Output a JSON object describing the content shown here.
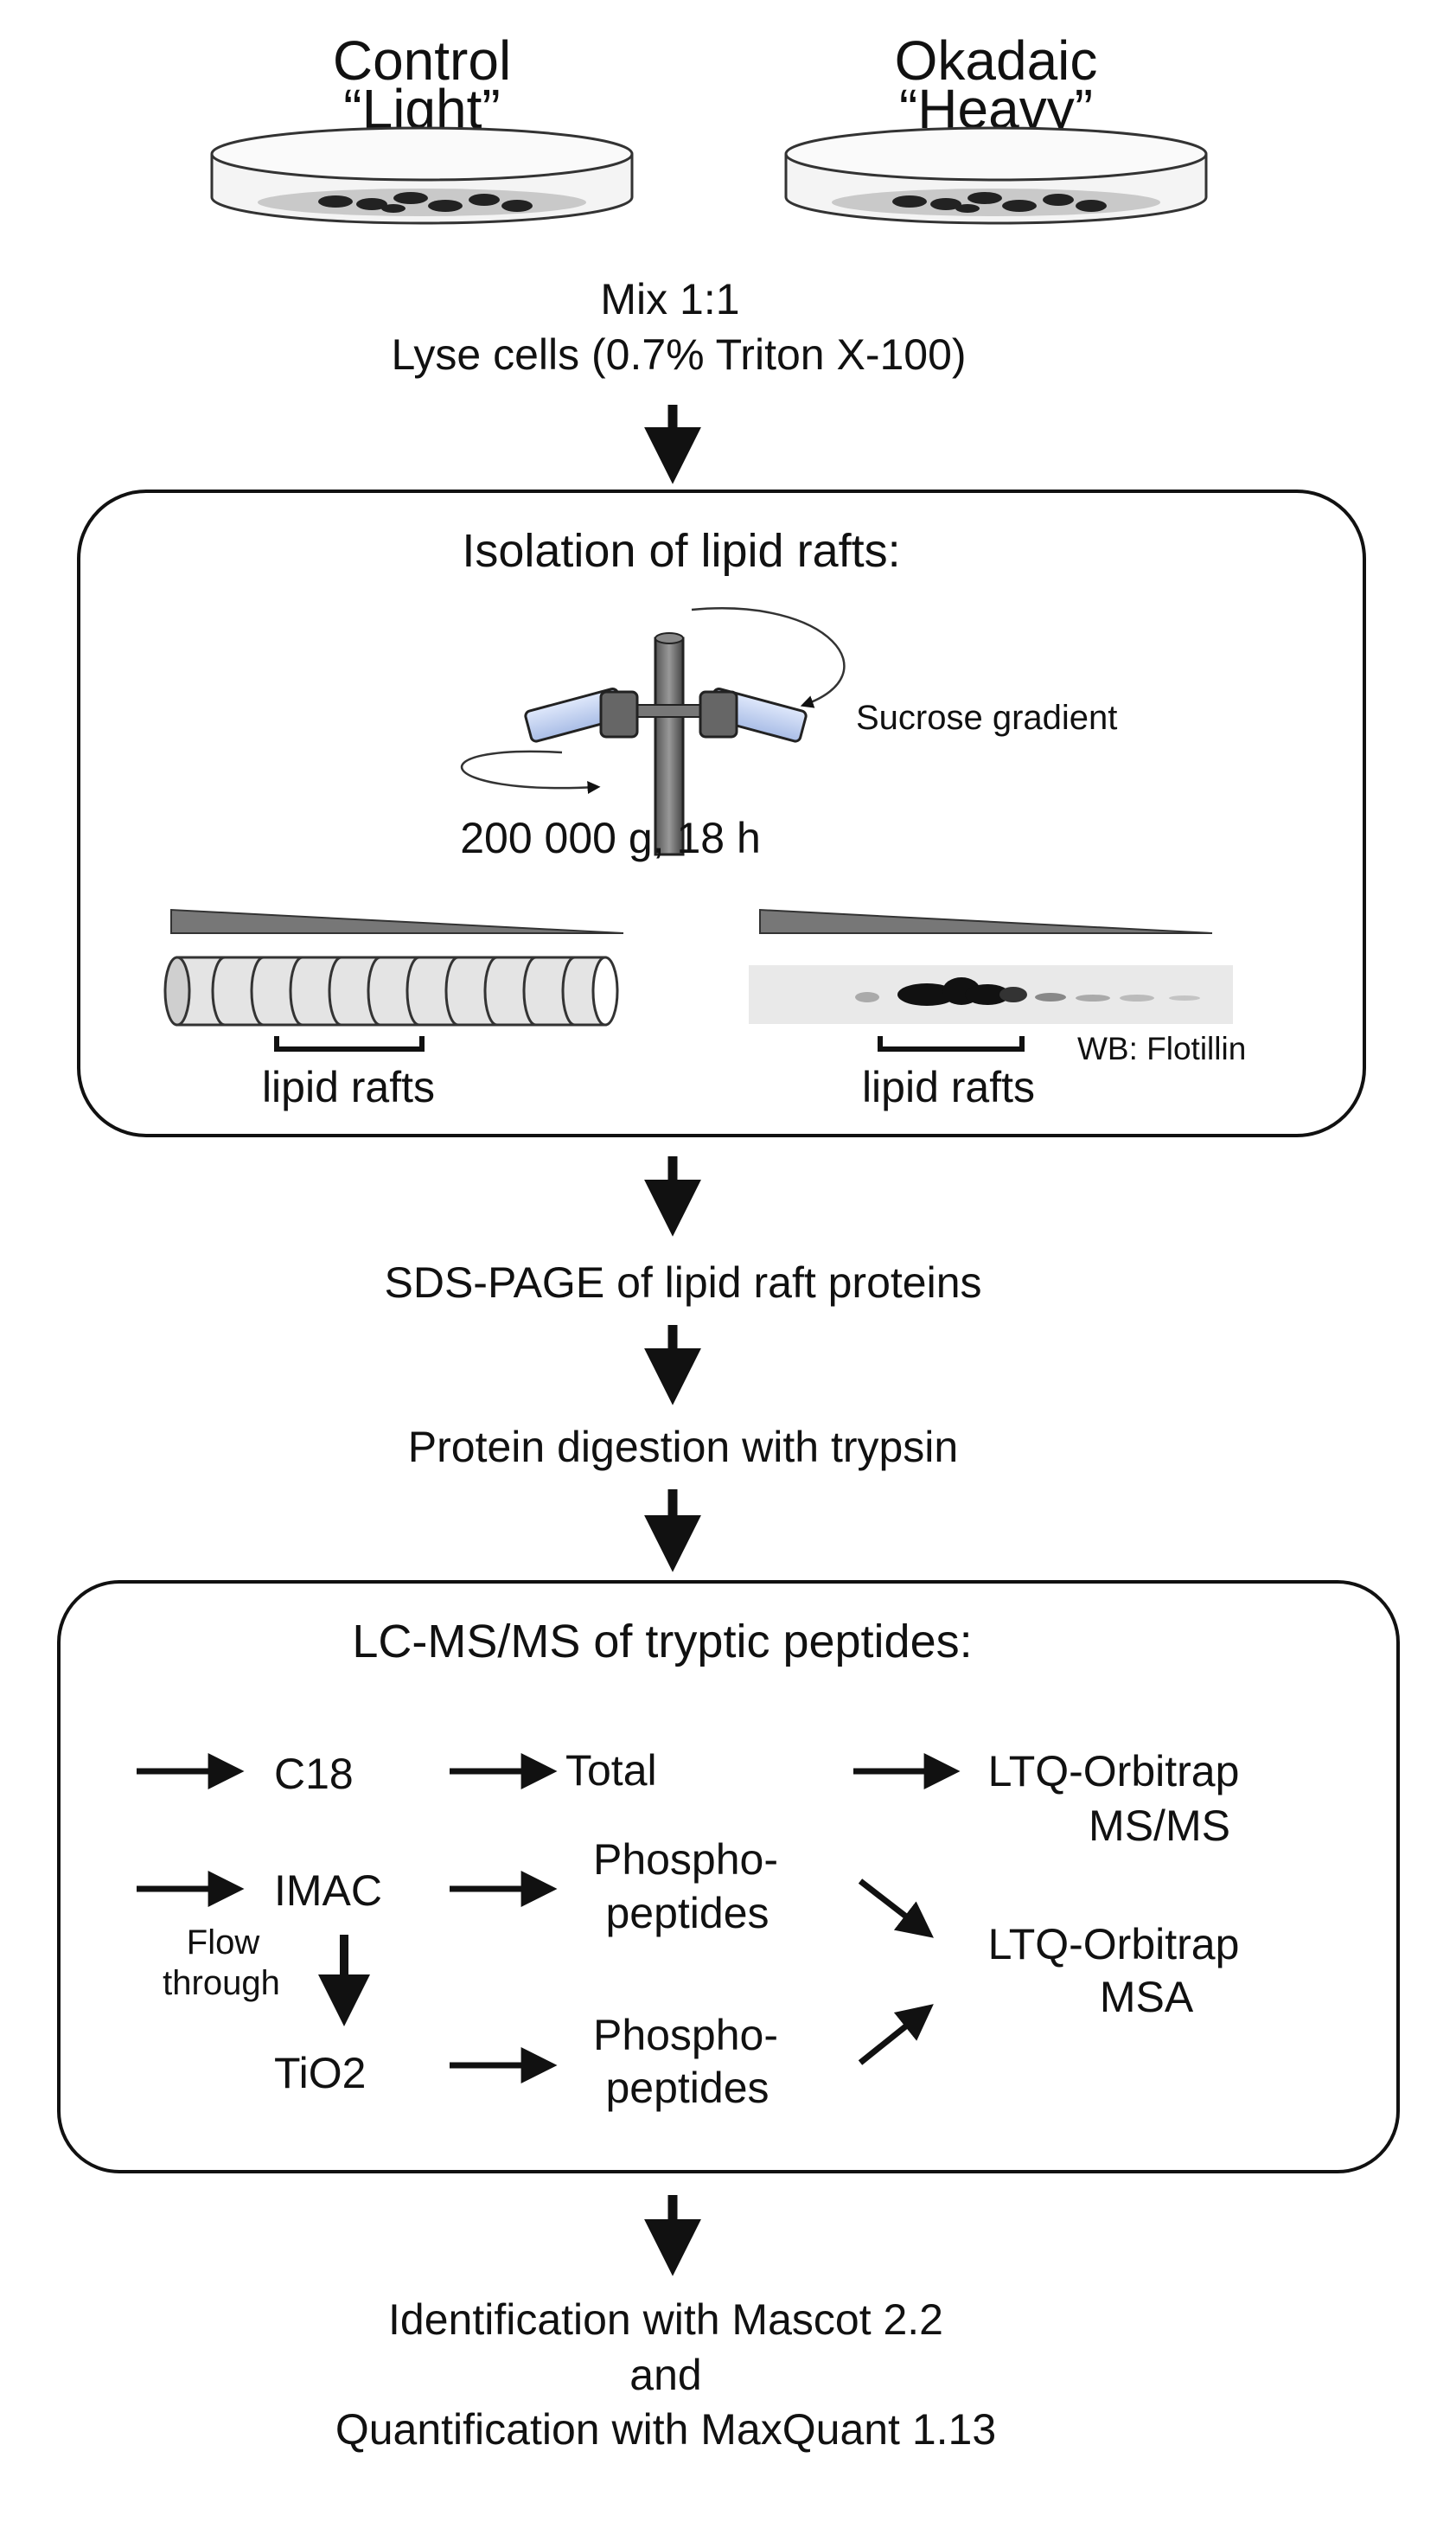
{
  "dishes": {
    "control": {
      "title": "Control",
      "label": "“Light”"
    },
    "okadaic": {
      "title": "Okadaic",
      "label": "“Heavy”"
    }
  },
  "prep": {
    "line1": "Mix  1:1",
    "line2": "Lyse cells (0.7% Triton X-100)"
  },
  "rafts": {
    "heading": "Isolation of lipid rafts:",
    "gradient_label": "Sucrose gradient",
    "spin_label": "200 000 g, 18 h",
    "tube_bracket_label": "lipid rafts",
    "blot_bracket_label": "lipid rafts",
    "blot_caption": "WB: Flotillin"
  },
  "steps": {
    "sds": "SDS-PAGE of lipid raft proteins",
    "digest": "Protein digestion with trypsin"
  },
  "lcms": {
    "heading": "LC-MS/MS of tryptic peptides:",
    "c18": "C18",
    "imac": "IMAC",
    "tio2": "TiO2",
    "flow_line1": "Flow",
    "flow_line2": "through",
    "total": "Total",
    "phospho1_line1": "Phospho-",
    "phospho1_line2": "peptides",
    "phospho2_line1": "Phospho-",
    "phospho2_line2": "peptides",
    "orbitrap_msms_line1": "LTQ-Orbitrap",
    "orbitrap_msms_line2": "MS/MS",
    "orbitrap_msa_line1": "LTQ-Orbitrap",
    "orbitrap_msa_line2": "MSA"
  },
  "final": {
    "line1": "Identification with Mascot 2.2",
    "line2": "and",
    "line3": "Quantification with MaxQuant 1.13"
  }
}
